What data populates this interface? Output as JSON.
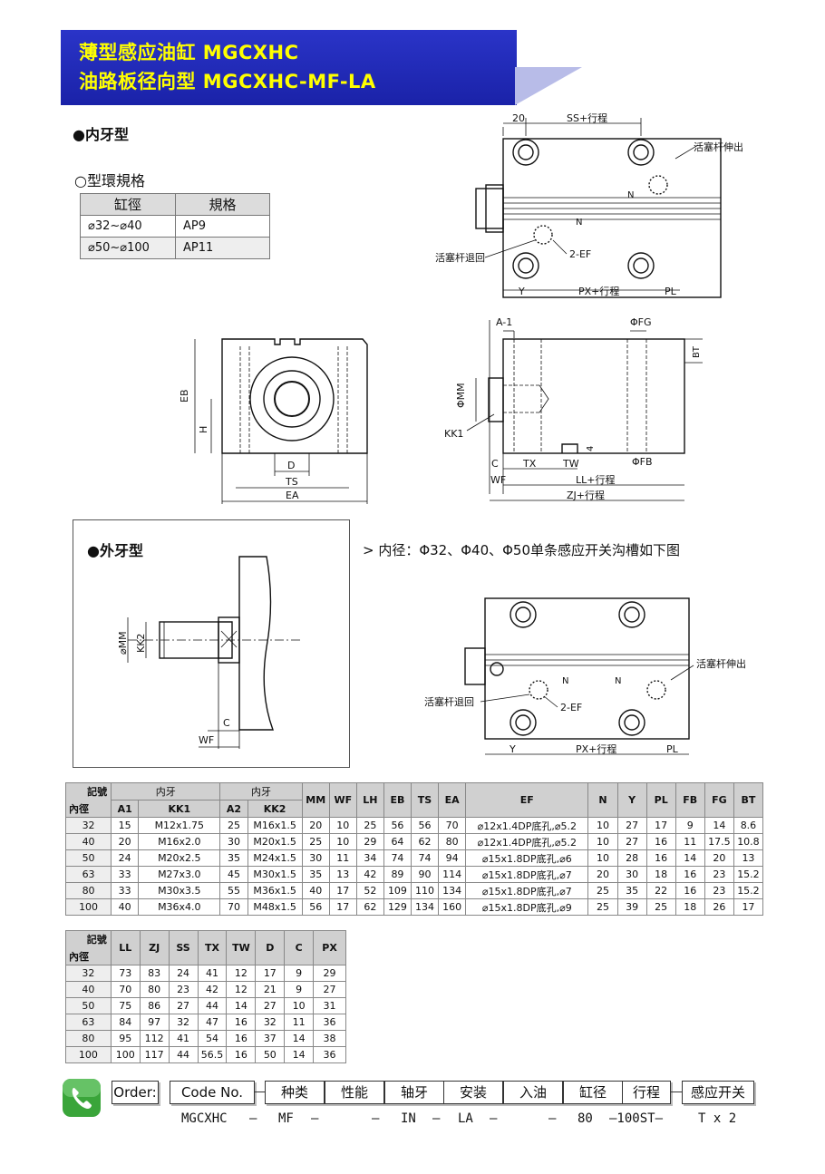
{
  "banner": {
    "line1": "薄型感应油缸 MGCXHC",
    "line2": "油路板径向型 MGCXHC-MF-LA"
  },
  "internal_thread": {
    "heading": "●内牙型",
    "spec_heading": "○型環規格",
    "spec_table": {
      "headers": [
        "缸徑",
        "規格"
      ],
      "rows": [
        [
          "⌀32~⌀40",
          "AP9"
        ],
        [
          "⌀50~⌀100",
          "AP11"
        ]
      ]
    }
  },
  "drawing_labels": {
    "top_view": {
      "dim_20": "20",
      "ss": "SS+行程",
      "extend": "活塞杆伸出",
      "retract": "活塞杆退回",
      "ef": "2-EF",
      "n1": "N",
      "n2": "N",
      "y": "Y",
      "px": "PX+行程",
      "pl": "PL"
    },
    "front_view": {
      "eb": "EB",
      "h": "H",
      "d": "D",
      "ts": "TS",
      "ea": "EA"
    },
    "side_view": {
      "a1": "A-1",
      "fg": "ΦFG",
      "bt": "BT",
      "mm": "ΦMM",
      "kk1": "KK1",
      "four": "4",
      "c": "C",
      "tx": "TX",
      "tw": "TW",
      "fb": "ΦFB",
      "wf": "WF",
      "ll": "LL+行程",
      "zj": "ZJ+行程"
    },
    "external": {
      "heading": "●外牙型",
      "mm": "⌀MM",
      "kk2": "KK2",
      "c": "C",
      "wf": "WF"
    },
    "groove_note": "> 内径：Φ32、Φ40、Φ50单条感应开关沟槽如下图",
    "groove_view": {
      "extend": "活塞杆伸出",
      "retract": "活塞杆退回",
      "ef": "2-EF",
      "n1": "N",
      "n2": "N",
      "y": "Y",
      "px": "PX+行程",
      "pl": "PL"
    }
  },
  "table1": {
    "corner_top": "記號",
    "corner_bottom": "內徑",
    "group1": "内牙",
    "group2": "内牙",
    "sub_headers": [
      "A1",
      "KK1",
      "A2",
      "KK2"
    ],
    "headers": [
      "MM",
      "WF",
      "LH",
      "EB",
      "TS",
      "EA",
      "EF",
      "N",
      "Y",
      "PL",
      "FB",
      "FG",
      "BT"
    ],
    "rows": [
      [
        "32",
        "15",
        "M12x1.75",
        "25",
        "M16x1.5",
        "20",
        "10",
        "25",
        "56",
        "56",
        "70",
        "⌀12x1.4DP底孔,⌀5.2",
        "10",
        "27",
        "17",
        "9",
        "14",
        "8.6"
      ],
      [
        "40",
        "20",
        "M16x2.0",
        "30",
        "M20x1.5",
        "25",
        "10",
        "29",
        "64",
        "62",
        "80",
        "⌀12x1.4DP底孔,⌀5.2",
        "10",
        "27",
        "16",
        "11",
        "17.5",
        "10.8"
      ],
      [
        "50",
        "24",
        "M20x2.5",
        "35",
        "M24x1.5",
        "30",
        "11",
        "34",
        "74",
        "74",
        "94",
        "⌀15x1.8DP底孔,⌀6",
        "10",
        "28",
        "16",
        "14",
        "20",
        "13"
      ],
      [
        "63",
        "33",
        "M27x3.0",
        "45",
        "M30x1.5",
        "35",
        "13",
        "42",
        "89",
        "90",
        "114",
        "⌀15x1.8DP底孔,⌀7",
        "20",
        "30",
        "18",
        "16",
        "23",
        "15.2"
      ],
      [
        "80",
        "33",
        "M30x3.5",
        "55",
        "M36x1.5",
        "40",
        "17",
        "52",
        "109",
        "110",
        "134",
        "⌀15x1.8DP底孔,⌀7",
        "25",
        "35",
        "22",
        "16",
        "23",
        "15.2"
      ],
      [
        "100",
        "40",
        "M36x4.0",
        "70",
        "M48x1.5",
        "56",
        "17",
        "62",
        "129",
        "134",
        "160",
        "⌀15x1.8DP底孔,⌀9",
        "25",
        "39",
        "25",
        "18",
        "26",
        "17"
      ]
    ]
  },
  "table2": {
    "corner_top": "記號",
    "corner_bottom": "內徑",
    "headers": [
      "LL",
      "ZJ",
      "SS",
      "TX",
      "TW",
      "D",
      "C",
      "PX"
    ],
    "rows": [
      [
        "32",
        "73",
        "83",
        "24",
        "41",
        "12",
        "17",
        "9",
        "29"
      ],
      [
        "40",
        "70",
        "80",
        "23",
        "42",
        "12",
        "21",
        "9",
        "27"
      ],
      [
        "50",
        "75",
        "86",
        "27",
        "44",
        "14",
        "27",
        "10",
        "31"
      ],
      [
        "63",
        "84",
        "97",
        "32",
        "47",
        "16",
        "32",
        "11",
        "36"
      ],
      [
        "80",
        "95",
        "112",
        "41",
        "54",
        "16",
        "37",
        "14",
        "38"
      ],
      [
        "100",
        "100",
        "117",
        "44",
        "56.5",
        "16",
        "50",
        "14",
        "36"
      ]
    ]
  },
  "order": {
    "boxes": [
      "Order:",
      "Code No.",
      "种类",
      "性能",
      "轴牙",
      "安装",
      "入油",
      "缸径",
      "行程",
      "感应开关"
    ],
    "codes": [
      "MGCXHC",
      "—",
      "MF",
      "—",
      "—",
      "IN",
      "—",
      "LA",
      "—",
      "—",
      "80",
      "—100ST—",
      "T x 2"
    ]
  },
  "colors": {
    "banner": "#1f27b8",
    "banner_text": "#ffff00",
    "phone": "#3aa53a"
  }
}
